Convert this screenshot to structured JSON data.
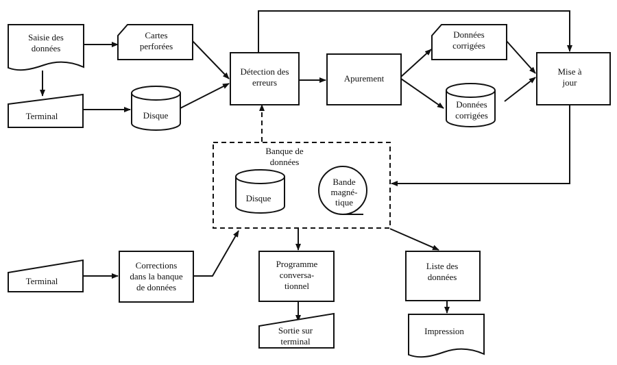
{
  "nodes": {
    "saisie": [
      "Saisie des",
      "données"
    ],
    "cartes": [
      "Cartes",
      "perforées"
    ],
    "terminal_top": [
      "Terminal"
    ],
    "disque_top": [
      "Disque"
    ],
    "detection": [
      "Détection des",
      "erreurs"
    ],
    "apurement": [
      "Apurement"
    ],
    "donnees_corrigees_card": [
      "Données",
      "corrigées"
    ],
    "donnees_corrigees_disk": [
      "Données",
      "corrigées"
    ],
    "mise_a_jour": [
      "Mise à",
      "jour"
    ],
    "banque": [
      "Banque de",
      "données"
    ],
    "disque_banque": [
      "Disque"
    ],
    "bande": [
      "Bande",
      "magné-",
      "tique"
    ],
    "terminal_bottom": [
      "Terminal"
    ],
    "corrections": [
      "Corrections",
      "dans la banque",
      "de données"
    ],
    "programme": [
      "Programme",
      "conversa-",
      "tionnel"
    ],
    "liste": [
      "Liste des",
      "données"
    ],
    "sortie": [
      "Sortie sur",
      "terminal"
    ],
    "impression": [
      "Impression"
    ]
  }
}
